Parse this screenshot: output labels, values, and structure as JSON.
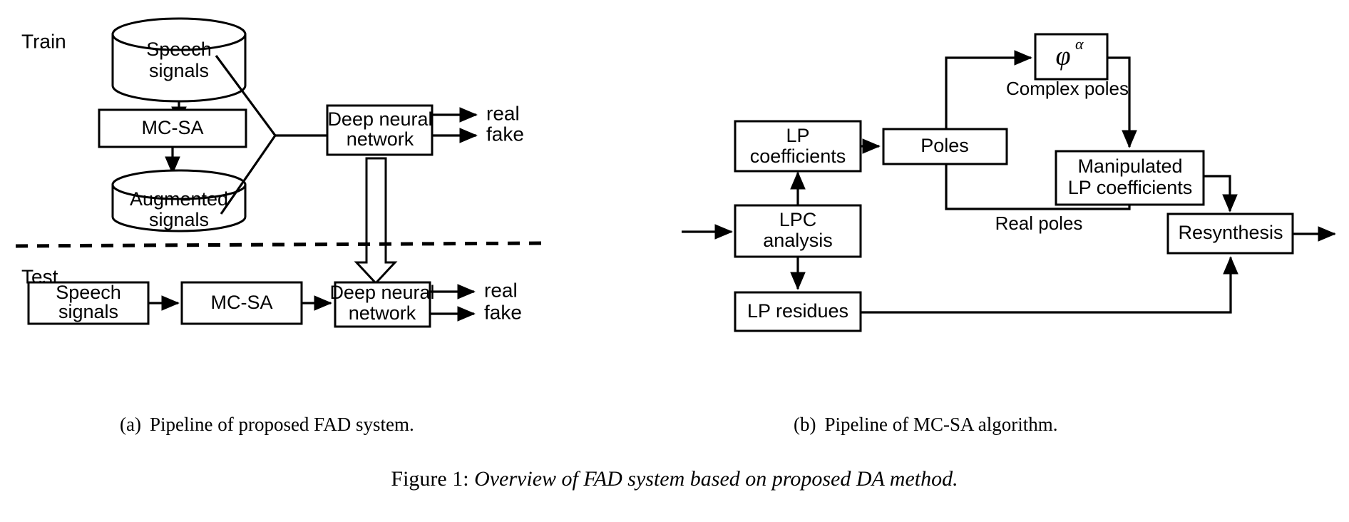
{
  "figure": {
    "caption_number": "Figure 1:",
    "caption_text": "Overview of FAD system based on proposed DA method.",
    "subcaption_a_tag": "(a)",
    "subcaption_a_text": "Pipeline of proposed FAD system.",
    "subcaption_b_tag": "(b)",
    "subcaption_b_text": "Pipeline of MC-SA algorithm.",
    "ink_color": "#000000",
    "background_color": "#ffffff"
  },
  "panel_a": {
    "title": "Pipeline of proposed FAD system.",
    "stage_labels": {
      "train": "Train",
      "test": "Test"
    },
    "nodes": {
      "train_speech_signals_line1": "Speech",
      "train_speech_signals_line2": "signals",
      "train_mcsa": "MC-SA",
      "train_augmented_line1": "Augmented",
      "train_augmented_line2": "signals",
      "train_dnn_line1": "Deep neural",
      "train_dnn_line2": "network",
      "test_speech_signals_line1": "Speech",
      "test_speech_signals_line2": "signals",
      "test_mcsa": "MC-SA",
      "test_dnn_line1": "Deep neural",
      "test_dnn_line2": "network"
    },
    "outputs": {
      "train_real": "real",
      "train_fake": "fake",
      "test_real": "real",
      "test_fake": "fake"
    }
  },
  "panel_b": {
    "title": "Pipeline of MC-SA algorithm.",
    "nodes": {
      "phi_symbol": "φ",
      "phi_exponent": "α",
      "lp_coefficients_line1": "LP",
      "lp_coefficients_line2": "coefficients",
      "poles": "Poles",
      "manipulated_line1": "Manipulated",
      "manipulated_line2": "LP coefficients",
      "lpc_analysis_line1": "LPC",
      "lpc_analysis_line2": "analysis",
      "lp_residues": "LP residues",
      "resynthesis": "Resynthesis"
    },
    "edge_labels": {
      "complex_poles": "Complex poles",
      "real_poles": "Real poles"
    }
  }
}
